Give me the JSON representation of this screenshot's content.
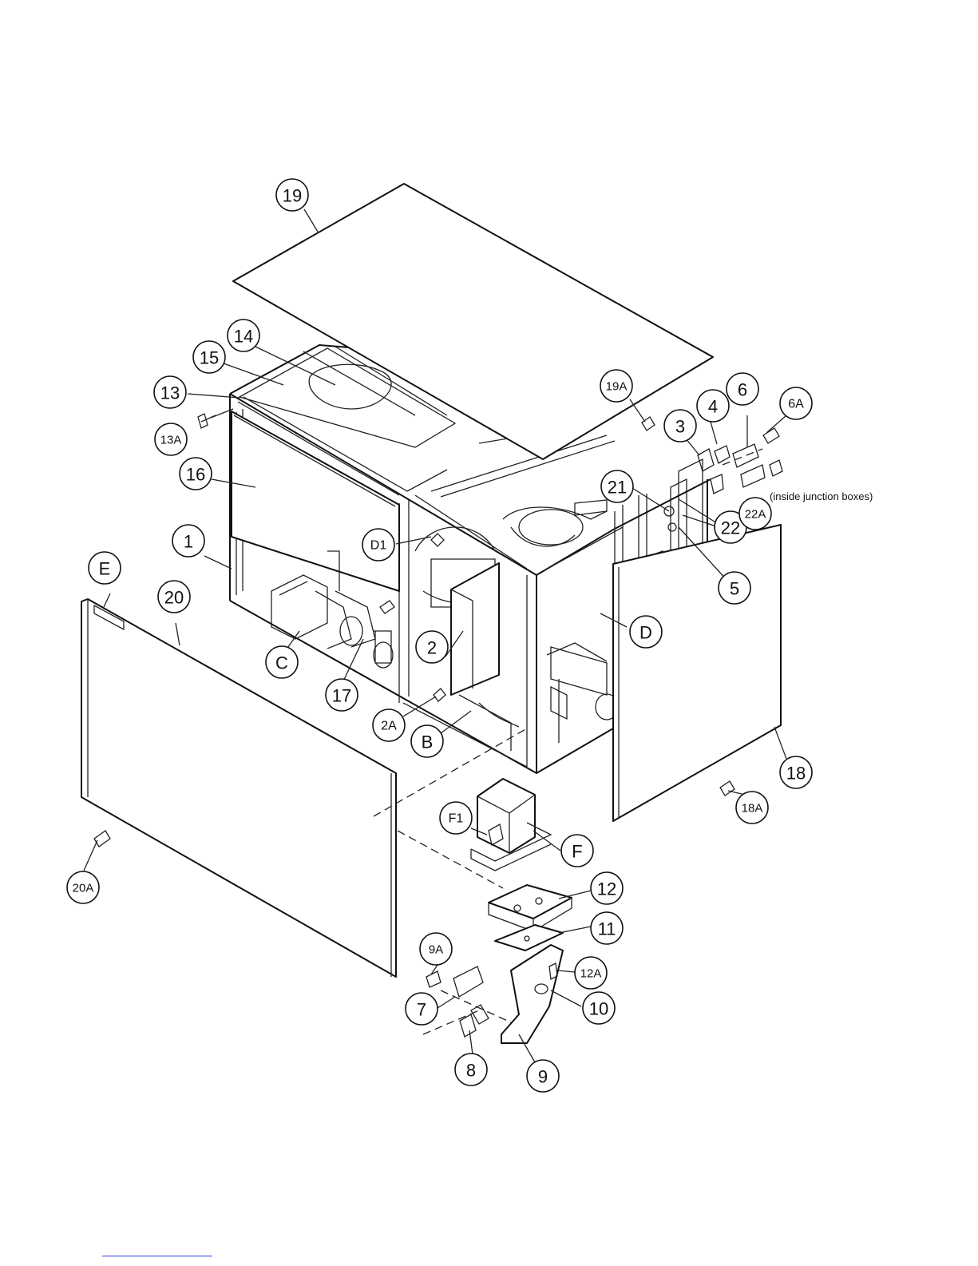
{
  "diagram": {
    "callouts": {
      "c1": "1",
      "c2": "2",
      "c2A": "2A",
      "c3": "3",
      "c4": "4",
      "c5": "5",
      "c6": "6",
      "c6A": "6A",
      "c7": "7",
      "c8": "8",
      "c9": "9",
      "c9A": "9A",
      "c10": "10",
      "c11": "11",
      "c12": "12",
      "c12A": "12A",
      "c13": "13",
      "c13A": "13A",
      "c14": "14",
      "c15": "15",
      "c16": "16",
      "c17": "17",
      "c18": "18",
      "c18A": "18A",
      "c19": "19",
      "c19A": "19A",
      "c20": "20",
      "c20A": "20A",
      "c21": "21",
      "c22": "22",
      "c22A": "22A",
      "cB": "B",
      "cC": "C",
      "cD": "D",
      "cD1": "D1",
      "cE": "E",
      "cF": "F",
      "cF1": "F1"
    },
    "note": "(inside junction boxes)"
  }
}
